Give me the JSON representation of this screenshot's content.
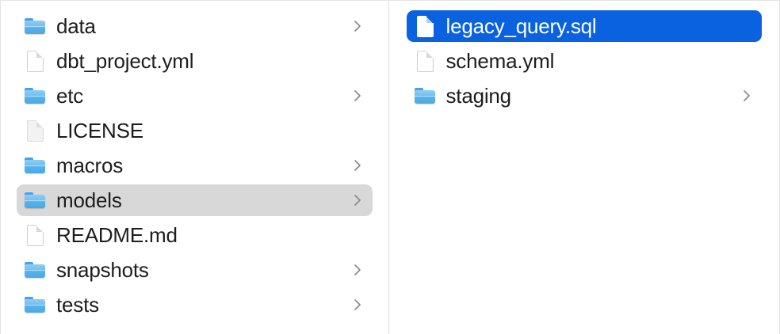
{
  "app": {
    "view": "column-browser",
    "accent_color": "#0a62e0",
    "selection_inactive_color": "#d8d8d8",
    "divider_color": "#e0e0e0",
    "text_color": "#1d1d1f",
    "selected_text_color": "#ffffff"
  },
  "columns": [
    {
      "name": "parent-directory-column",
      "items": [
        {
          "label": "data",
          "kind": "folder",
          "icon": "folder-icon",
          "has_chevron": true,
          "state": "normal"
        },
        {
          "label": "dbt_project.yml",
          "kind": "file",
          "icon": "document-icon",
          "has_chevron": false,
          "state": "normal"
        },
        {
          "label": "etc",
          "kind": "folder",
          "icon": "folder-icon",
          "has_chevron": true,
          "state": "normal"
        },
        {
          "label": "LICENSE",
          "kind": "file-plain",
          "icon": "document-plain-icon",
          "has_chevron": false,
          "state": "normal"
        },
        {
          "label": "macros",
          "kind": "folder",
          "icon": "folder-icon",
          "has_chevron": true,
          "state": "normal"
        },
        {
          "label": "models",
          "kind": "folder",
          "icon": "folder-icon",
          "has_chevron": true,
          "state": "selected-inactive"
        },
        {
          "label": "README.md",
          "kind": "file",
          "icon": "document-icon",
          "has_chevron": false,
          "state": "normal"
        },
        {
          "label": "snapshots",
          "kind": "folder",
          "icon": "folder-icon",
          "has_chevron": true,
          "state": "normal"
        },
        {
          "label": "tests",
          "kind": "folder",
          "icon": "folder-icon",
          "has_chevron": true,
          "state": "normal"
        }
      ]
    },
    {
      "name": "models-directory-column",
      "items": [
        {
          "label": "legacy_query.sql",
          "kind": "file",
          "icon": "document-icon",
          "has_chevron": false,
          "state": "selected-active"
        },
        {
          "label": "schema.yml",
          "kind": "file",
          "icon": "document-icon",
          "has_chevron": false,
          "state": "normal"
        },
        {
          "label": "staging",
          "kind": "folder",
          "icon": "folder-icon",
          "has_chevron": true,
          "state": "normal"
        }
      ]
    }
  ]
}
